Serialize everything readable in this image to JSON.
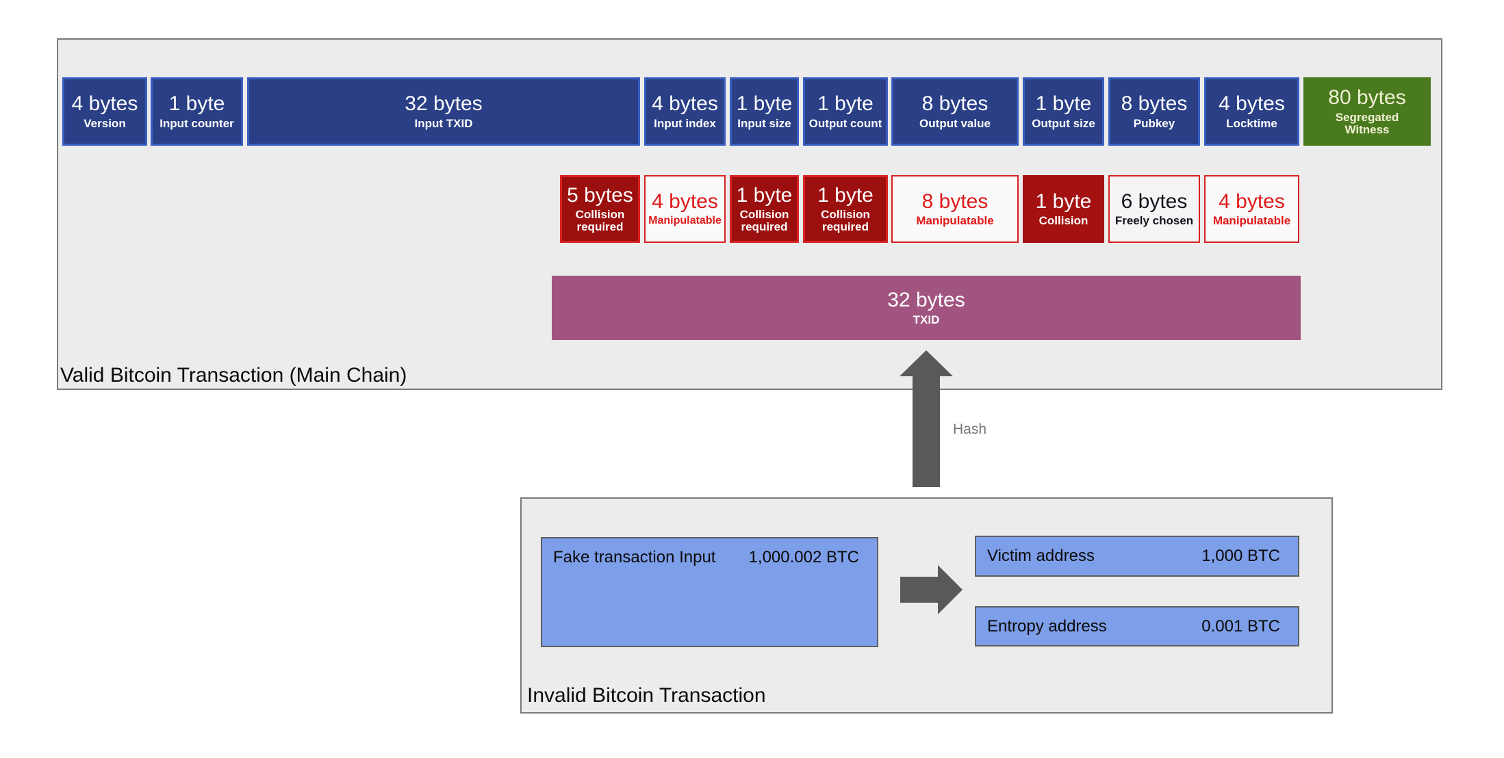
{
  "valid": {
    "label": "Valid Bitcoin Transaction (Main Chain)",
    "fields": [
      {
        "size": "4 bytes",
        "sub": "Version"
      },
      {
        "size": "1 byte",
        "sub": "Input counter"
      },
      {
        "size": "32 bytes",
        "sub": "Input TXID"
      },
      {
        "size": "4 bytes",
        "sub": "Input index"
      },
      {
        "size": "1 byte",
        "sub": "Input size"
      },
      {
        "size": "1 byte",
        "sub": "Output count"
      },
      {
        "size": "8 bytes",
        "sub": "Output value"
      },
      {
        "size": "1 byte",
        "sub": "Output size"
      },
      {
        "size": "8 bytes",
        "sub": "Pubkey"
      },
      {
        "size": "4 bytes",
        "sub": "Locktime"
      },
      {
        "size": "80 bytes",
        "sub": "Segregated Witness"
      }
    ],
    "attack_fields": [
      {
        "size": "5 bytes",
        "sub": "Collision required"
      },
      {
        "size": "4 bytes",
        "sub": "Manipulatable"
      },
      {
        "size": "1 byte",
        "sub": "Collision required"
      },
      {
        "size": "1 byte",
        "sub": "Collision required"
      },
      {
        "size": "8 bytes",
        "sub": "Manipulatable"
      },
      {
        "size": "1 byte",
        "sub": "Collision"
      },
      {
        "size": "6 bytes",
        "sub": "Freely chosen"
      },
      {
        "size": "4 bytes",
        "sub": "Manipulatable"
      }
    ],
    "txid": {
      "size": "32 bytes",
      "sub": "TXID"
    }
  },
  "hash_label": "Hash",
  "invalid": {
    "label": "Invalid Bitcoin Transaction",
    "input_box": {
      "label": "Fake transaction Input",
      "amount": "1,000.002 BTC"
    },
    "output_boxes": [
      {
        "label": "Victim address",
        "amount": "1,000 BTC"
      },
      {
        "label": "Entropy address",
        "amount": "0.001 BTC"
      }
    ]
  },
  "colors": {
    "field_blue": "#2a3f85",
    "field_blue_border": "#3a5ec1",
    "segwit_green": "#4a7a1e",
    "attack_dark_red": "#9c0f0f",
    "attack_red_border": "#d92121",
    "txid_purple": "#a25480",
    "panel_gray": "#ececec",
    "arrow_gray": "#595959",
    "btc_box_blue": "#7d9ee8"
  }
}
